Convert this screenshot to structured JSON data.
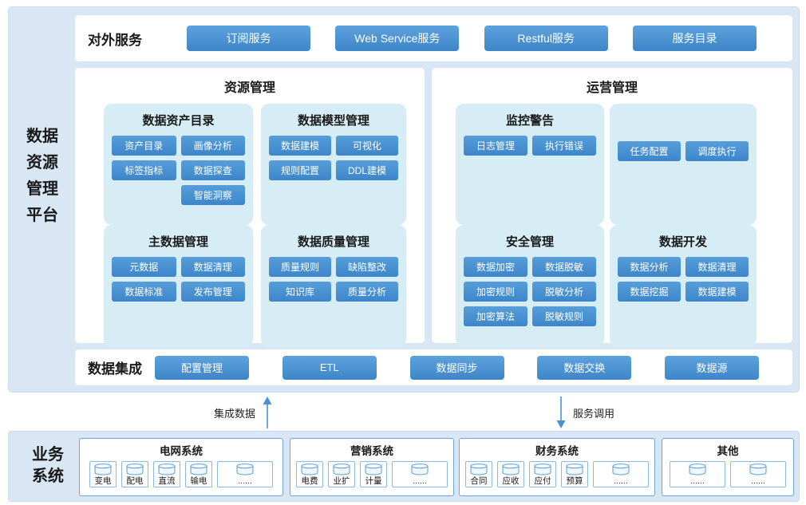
{
  "colors": {
    "outer_bg": "#d9e6f3",
    "panel_bg": "#ffffff",
    "section_bg": "#d6edf5",
    "button_blue": "#4a8fd1",
    "arrow_blue": "#4a90d5"
  },
  "platform": {
    "label": "数据资源管理平台",
    "label_lines": [
      "数据",
      "资源",
      "管理",
      "平台"
    ]
  },
  "external_services": {
    "label": "对外服务",
    "buttons": [
      "订阅服务",
      "Web Service服务",
      "Restful服务",
      "服务目录"
    ]
  },
  "resource_mgmt": {
    "title": "资源管理",
    "sections": [
      {
        "title": "数据资产目录",
        "items": [
          "资产目录",
          "画像分析",
          "标签指标",
          "数据探查",
          "智能洞察"
        ]
      },
      {
        "title": "数据模型管理",
        "items": [
          "数据建模",
          "可视化",
          "规则配置",
          "DDL建模"
        ]
      },
      {
        "title": "主数据管理",
        "items": [
          "元数据",
          "数据清理",
          "数据标准",
          "发布管理"
        ]
      },
      {
        "title": "数据质量管理",
        "items": [
          "质量规则",
          "缺陷整改",
          "知识库",
          "质量分析"
        ]
      }
    ]
  },
  "operation_mgmt": {
    "title": "运营管理",
    "sections": [
      {
        "title": "监控警告",
        "items": [
          "日志管理",
          "执行错误"
        ]
      },
      {
        "title": "",
        "items": [
          "任务配置",
          "调度执行"
        ]
      },
      {
        "title": "安全管理",
        "items": [
          "数据加密",
          "数据脱敏",
          "加密规则",
          "脱敏分析",
          "加密算法",
          "脱敏规则"
        ]
      },
      {
        "title": "数据开发",
        "items": [
          "数据分析",
          "数据清理",
          "数据挖掘",
          "数据建模"
        ]
      }
    ]
  },
  "data_integration": {
    "label": "数据集成",
    "buttons": [
      "配置管理",
      "ETL",
      "数据同步",
      "数据交换",
      "数据源"
    ]
  },
  "flows": {
    "up_label": "集成数据",
    "down_label": "服务调用"
  },
  "business_systems": {
    "label": "业务系统",
    "label_lines": [
      "业务",
      "系统"
    ],
    "groups": [
      {
        "title": "电网系统",
        "items": [
          "变电",
          "配电",
          "直流",
          "输电",
          "......"
        ]
      },
      {
        "title": "营销系统",
        "items": [
          "电费",
          "业扩",
          "计量",
          "......"
        ]
      },
      {
        "title": "财务系统",
        "items": [
          "合同",
          "应收",
          "应付",
          "预算",
          "......"
        ]
      },
      {
        "title": "其他",
        "items": [
          "......",
          "......"
        ]
      }
    ]
  }
}
